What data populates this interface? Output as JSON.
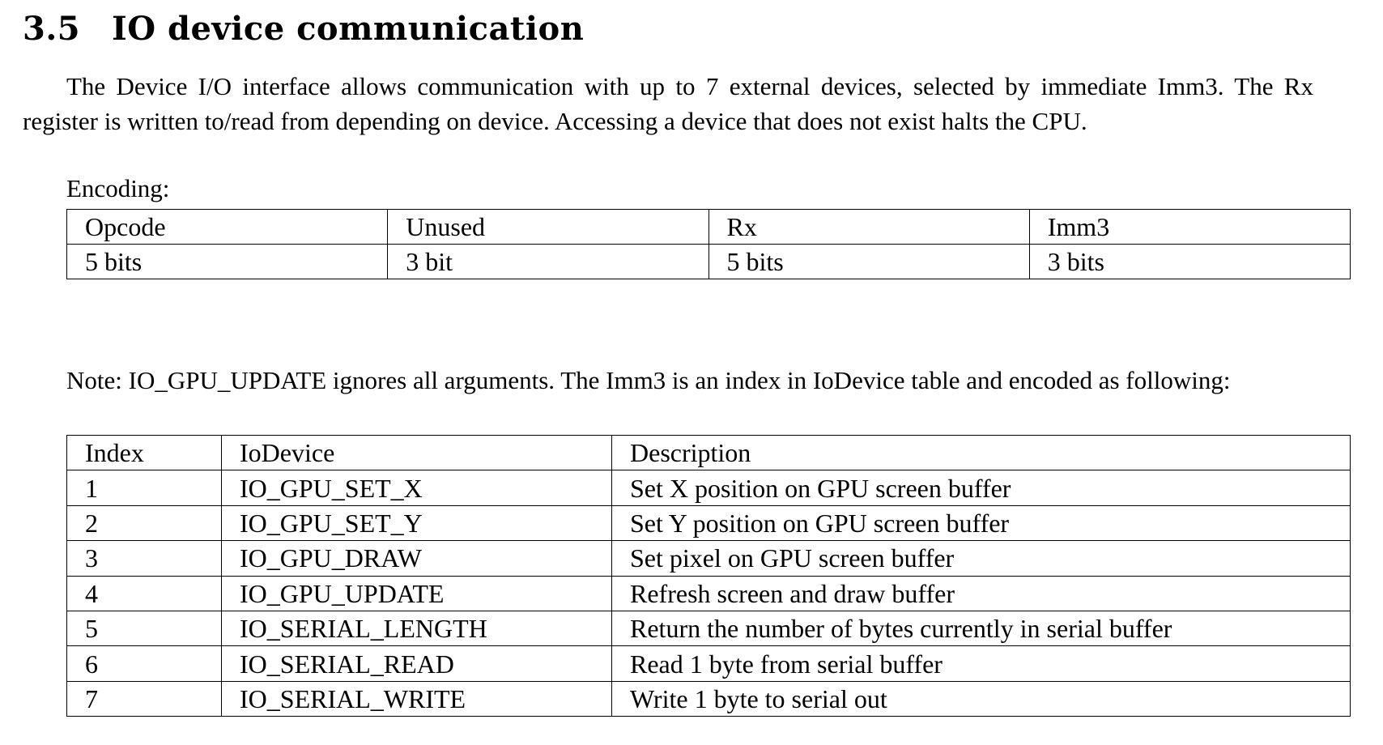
{
  "section": {
    "number": "3.5",
    "title": "IO device communication"
  },
  "intro_paragraph": "The Device I/O interface allows communication with up to 7 external devices, selected by immediate Imm3. The Rx register is written to/read from depending on device. Accessing a device that does not exist halts the CPU.",
  "encoding_label": "Encoding:",
  "encoding_table": {
    "headers": [
      "Opcode",
      "Unused",
      "Rx",
      "Imm3"
    ],
    "sizes": [
      "5 bits",
      "3 bit",
      "5 bits",
      "3 bits"
    ]
  },
  "note_paragraph": "Note: IO_GPU_UPDATE ignores all arguments. The Imm3 is an index in IoDevice table and encoded as following:",
  "device_table": {
    "headers": [
      "Index",
      "IoDevice",
      "Description"
    ],
    "rows": [
      [
        "1",
        "IO_GPU_SET_X",
        "Set X position on GPU screen buffer"
      ],
      [
        "2",
        "IO_GPU_SET_Y",
        "Set Y position on GPU screen buffer"
      ],
      [
        "3",
        "IO_GPU_DRAW",
        "Set pixel on GPU screen buffer"
      ],
      [
        "4",
        "IO_GPU_UPDATE",
        "Refresh screen and draw buffer"
      ],
      [
        "5",
        "IO_SERIAL_LENGTH",
        "Return the number of bytes currently in serial buffer"
      ],
      [
        "6",
        "IO_SERIAL_READ",
        "Read 1 byte from serial buffer"
      ],
      [
        "7",
        "IO_SERIAL_WRITE",
        "Write 1 byte to serial out"
      ]
    ]
  }
}
